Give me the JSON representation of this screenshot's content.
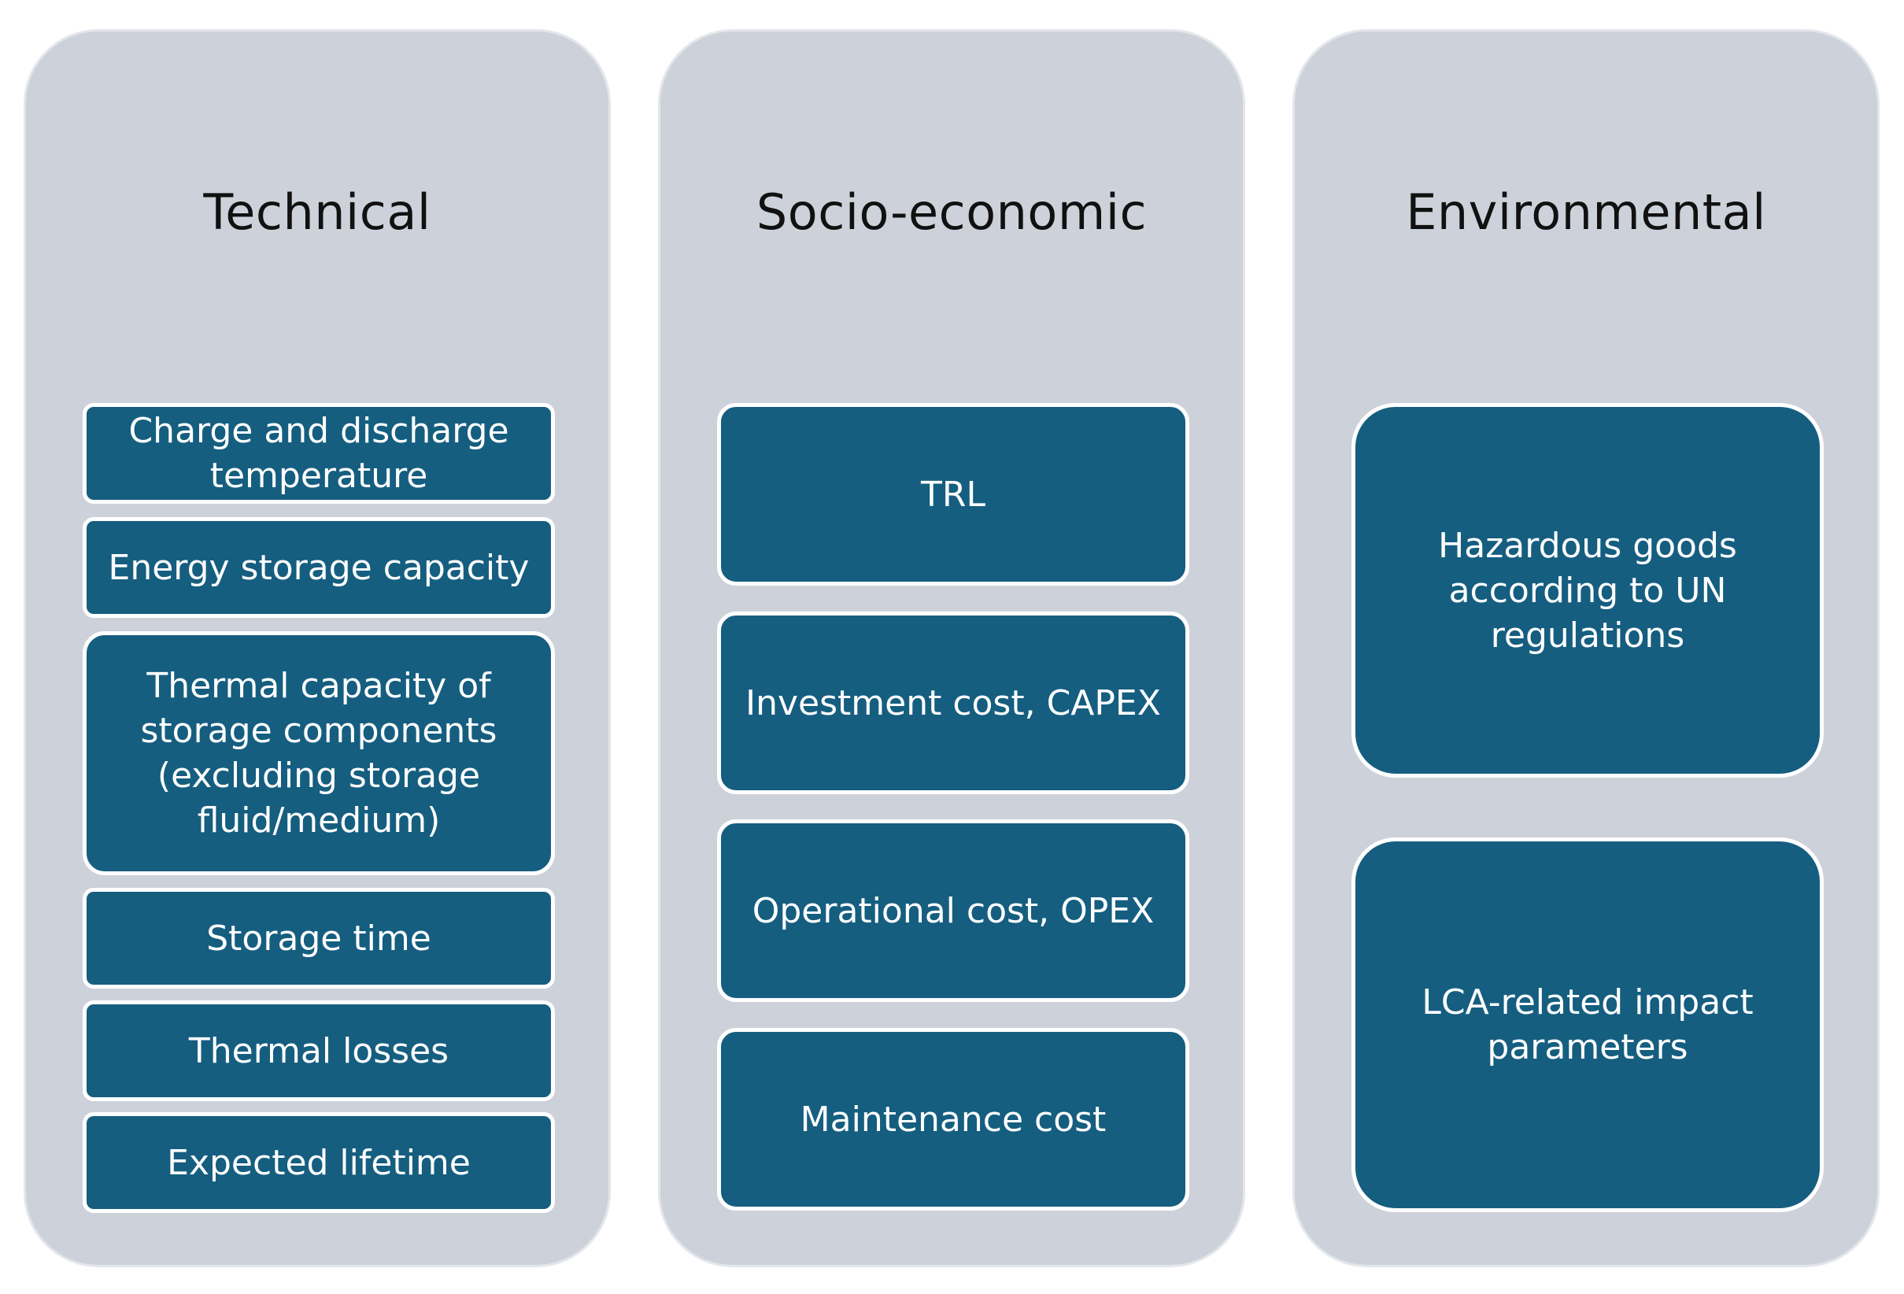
{
  "columns": [
    {
      "title": "Technical",
      "items": [
        "Charge and discharge temperature",
        "Energy storage capacity",
        "Thermal capacity of storage components (excluding storage fluid/medium)",
        "Storage time",
        "Thermal losses",
        "Expected lifetime"
      ]
    },
    {
      "title": "Socio-economic",
      "items": [
        "TRL",
        "Investment cost, CAPEX",
        "Operational cost, OPEX",
        "Maintenance cost"
      ]
    },
    {
      "title": "Environmental",
      "items": [
        "Hazardous goods according to UN regulations",
        "LCA-related impact parameters"
      ]
    }
  ],
  "colors": {
    "column_background": "#cdd2da",
    "box_fill": "#155e80",
    "box_border": "#ffffff",
    "box_text": "#ffffff",
    "title_text": "#111111"
  }
}
